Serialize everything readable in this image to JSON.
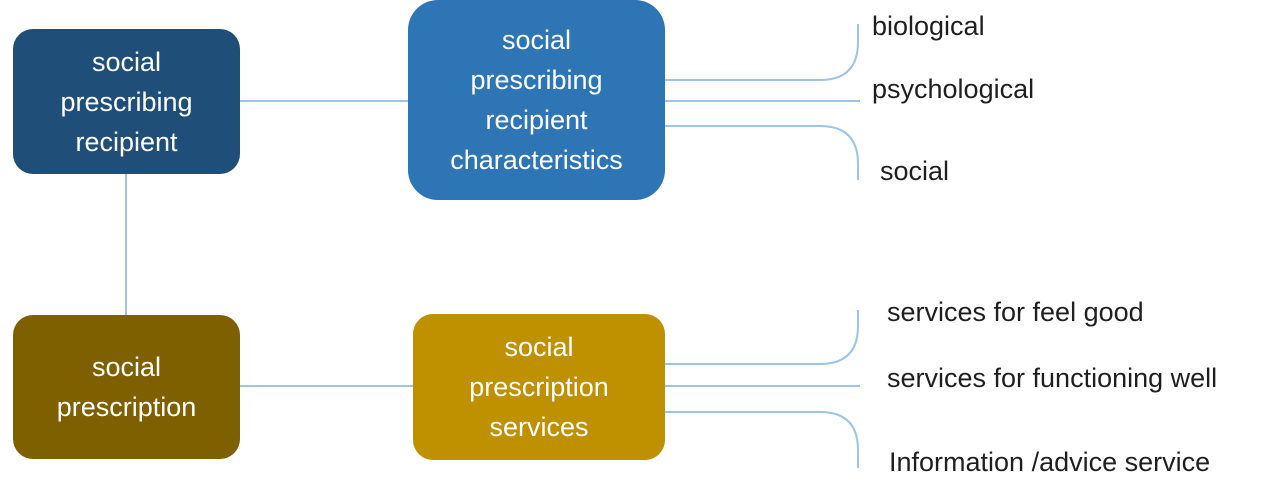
{
  "colors": {
    "recipient_fill": "#1f4e79",
    "characteristics_fill": "#2e75b6",
    "prescription_fill": "#7f6000",
    "services_fill": "#bf9000",
    "connector": "#9dc3e6",
    "leaf_text": "#1f1f1f"
  },
  "nodes": {
    "recipient": "social\nprescribing\nrecipient",
    "characteristics": "social\nprescribing\nrecipient\ncharacteristics",
    "prescription": "social\nprescription",
    "services": "social\nprescription\nservices"
  },
  "characteristics_leaves": [
    "biological",
    "psychological",
    "social"
  ],
  "services_leaves": [
    "services for feel good",
    "services for functioning well",
    "Information /advice service"
  ]
}
